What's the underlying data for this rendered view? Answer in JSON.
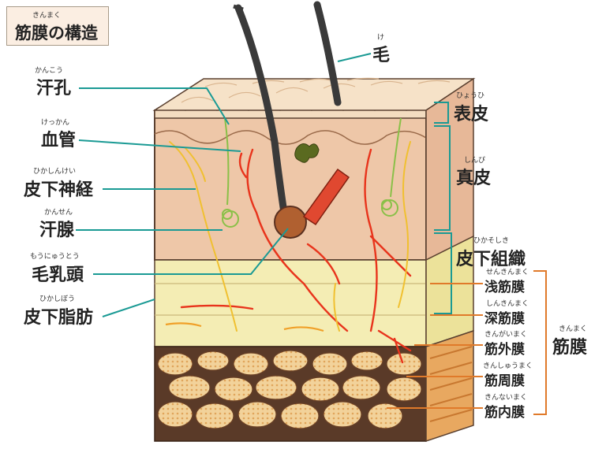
{
  "title": {
    "ruby": "きんまく",
    "text": "筋膜の構造"
  },
  "labels_left": [
    {
      "id": "sweat-pore",
      "ruby": "かんこう",
      "text": "汗孔"
    },
    {
      "id": "blood-vessel",
      "ruby": "けっかん",
      "text": "血管"
    },
    {
      "id": "cutaneous-nerve",
      "ruby": "ひかしんけい",
      "text": "皮下神経"
    },
    {
      "id": "sweat-gland",
      "ruby": "かんせん",
      "text": "汗腺"
    },
    {
      "id": "hair-papilla",
      "ruby": "もうにゅうとう",
      "text": "毛乳頭"
    },
    {
      "id": "subcutaneous-fat",
      "ruby": "ひかしぼう",
      "text": "皮下脂肪"
    }
  ],
  "labels_right": [
    {
      "id": "hair",
      "ruby": "け",
      "text": "毛"
    },
    {
      "id": "epidermis",
      "ruby": "ひょうひ",
      "text": "表皮"
    },
    {
      "id": "dermis",
      "ruby": "しんぴ",
      "text": "真皮"
    },
    {
      "id": "subcutaneous-tissue",
      "ruby": "ひかそしき",
      "text": "皮下組織"
    }
  ],
  "fascia_layers": [
    {
      "id": "superficial-fascia",
      "ruby": "せんきんまく",
      "text": "浅筋膜"
    },
    {
      "id": "deep-fascia",
      "ruby": "しんきんまく",
      "text": "深筋膜"
    },
    {
      "id": "epimysium",
      "ruby": "きんがいまく",
      "text": "筋外膜"
    },
    {
      "id": "perimysium",
      "ruby": "きんしゅうまく",
      "text": "筋周膜"
    },
    {
      "id": "endomysium",
      "ruby": "きんないまく",
      "text": "筋内膜"
    }
  ],
  "fascia_group": {
    "ruby": "きんまく",
    "text": "筋膜"
  },
  "colors": {
    "leader_teal": "#1a9a94",
    "leader_orange": "#e07a2a",
    "bracket_teal": "#1a9a94",
    "bracket_orange": "#e07a2a",
    "dermis": "#eec7a8",
    "fat": "#f4edb4",
    "muscle": "#f2d29a",
    "vessel": "#e8341c",
    "nerve": "#f0c030",
    "sweat_gland": "#8ac048"
  }
}
